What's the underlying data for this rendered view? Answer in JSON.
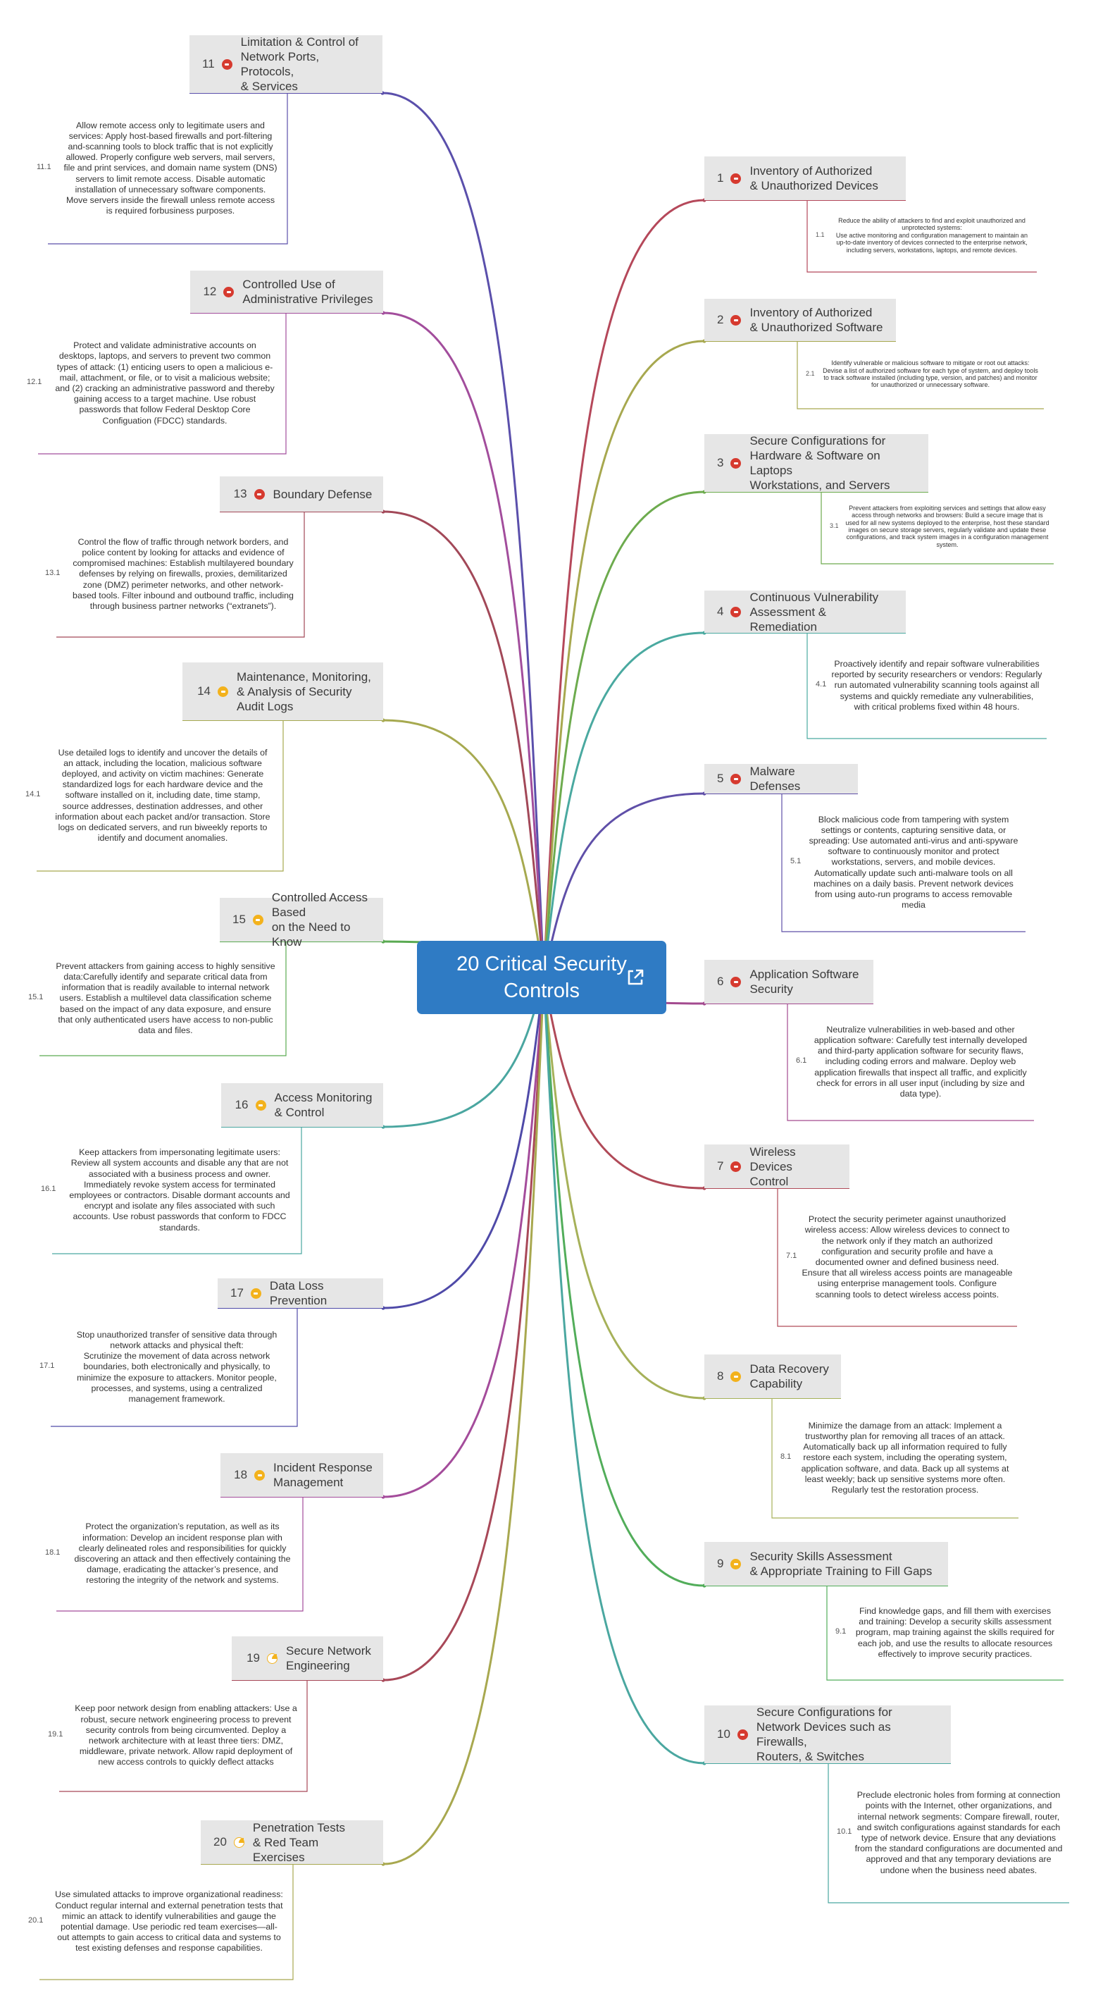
{
  "root": {
    "title": "20 Critical Security Controls",
    "icon": "external-link-icon"
  },
  "colors": {
    "root_bg": "#2f7bc4",
    "topic_bg": "#e6e6e6",
    "priority_high": "#d63a2f",
    "priority_medium": "#f3b21c"
  },
  "controls": [
    {
      "num": "1",
      "title": "Inventory of Authorized\n& Unauthorized Devices",
      "priority": "high",
      "detail_num": "1.1",
      "detail": "Reduce the ability of attackers to find and exploit unauthorized and unprotected systems:\nUse active monitoring and configuration management to maintain an up-to-date inventory of devices connected to the enterprise network, including servers, workstations, laptops, and remote devices."
    },
    {
      "num": "2",
      "title": "Inventory of Authorized\n& Unauthorized Software",
      "priority": "high",
      "detail_num": "2.1",
      "detail": "Identify vulnerable or malicious software to mitigate or root out attacks: Devise a list of authorized software for each type of system, and deploy tools to track software installed (including type, version, and patches) and monitor for unauthorized or unnecessary software."
    },
    {
      "num": "3",
      "title": "Secure Configurations for\nHardware & Software on Laptops\nWorkstations, and Servers",
      "priority": "high",
      "detail_num": "3.1",
      "detail": "Prevent attackers from exploiting services and settings that allow easy access through networks and browsers: Build a secure image that is used for all new systems deployed to the enterprise, host these standard images on secure storage servers, regularly validate and update these configurations, and track system images in a configuration management system."
    },
    {
      "num": "4",
      "title": "Continuous Vulnerability\nAssessment & Remediation",
      "priority": "high",
      "detail_num": "4.1",
      "detail": "Proactively identify and repair software vulnerabilities reported by security researchers or vendors: Regularly run automated vulnerability scanning tools against all systems and quickly remediate any vulnerabilities, with critical problems fixed within 48 hours."
    },
    {
      "num": "5",
      "title": "Malware Defenses",
      "priority": "high",
      "detail_num": "5.1",
      "detail": "Block malicious code from tampering with system settings or contents, capturing sensitive data, or spreading: Use automated anti-virus and anti-spyware software to continuously monitor and protect workstations, servers, and mobile devices. Automatically update such anti-malware tools on all machines on a daily basis. Prevent network devices from using auto-run programs to access removable media"
    },
    {
      "num": "6",
      "title": "Application Software\nSecurity",
      "priority": "high",
      "detail_num": "6.1",
      "detail": "Neutralize vulnerabilities in web-based and other application software: Carefully test internally developed and third-party application software for security flaws, including coding errors and malware. Deploy web application firewalls that inspect all traffic, and explicitly check for errors in all user input (including by size and data type)."
    },
    {
      "num": "7",
      "title": "Wireless Devices\nControl",
      "priority": "high",
      "detail_num": "7.1",
      "detail": "Protect the security perimeter against unauthorized wireless access: Allow wireless devices to connect to the network only if they match an authorized configuration and security profile and have a documented owner and defined business need. Ensure that all wireless access points are manageable using enterprise management tools. Configure scanning tools to detect wireless access points."
    },
    {
      "num": "8",
      "title": "Data Recovery\nCapability",
      "priority": "medium",
      "detail_num": "8.1",
      "detail": "Minimize the damage from an attack: Implement a trustworthy plan for removing all traces of an attack. Automatically back up all information required to fully restore each system, including the operating system, application software, and data. Back up all systems at least weekly; back up sensitive systems more often. Regularly test the restoration process."
    },
    {
      "num": "9",
      "title": "Security Skills Assessment\n& Appropriate Training  to Fill Gaps",
      "priority": "medium",
      "detail_num": "9.1",
      "detail": "Find knowledge gaps, and fill them with exercises and training: Develop a security skills assessment program, map training against the skills required for each job, and use the results to allocate resources effectively to improve security practices."
    },
    {
      "num": "10",
      "title": "Secure Configurations for\nNetwork Devices such as Firewalls,\nRouters, & Switches",
      "priority": "high",
      "detail_num": "10.1",
      "detail": "Preclude electronic holes from forming at connection points with the Internet, other organizations, and internal network segments: Compare firewall, router, and switch configurations against standards for each type of network device. Ensure that any deviations from the standard configurations are documented and approved and that any temporary deviations are undone when the business need abates."
    },
    {
      "num": "11",
      "title": "Limitation & Control of\nNetwork Ports, Protocols,\n& Services",
      "priority": "high",
      "detail_num": "11.1",
      "detail": "Allow remote access only to legitimate users and services: Apply host-based firewalls and port-filtering and-scanning tools to block traffic that is not explicitly allowed. Properly configure web servers, mail servers, file and print services, and domain name system (DNS) servers to limit remote access. Disable automatic installation of unnecessary software components. Move servers inside the firewall unless remote access is required forbusiness purposes."
    },
    {
      "num": "12",
      "title": "Controlled Use of\nAdministrative Privileges",
      "priority": "high",
      "detail_num": "12.1",
      "detail": "Protect and validate administrative accounts on desktops, laptops, and servers to prevent two common types of attack: (1) enticing users to open a malicious e-mail, attachment, or file, or to visit a malicious website; and (2) cracking an administrative password and thereby gaining access to a target machine. Use robust passwords that follow Federal Desktop Core Configuation (FDCC) standards."
    },
    {
      "num": "13",
      "title": "Boundary Defense",
      "priority": "high",
      "detail_num": "13.1",
      "detail": "Control the flow of traffic through network borders, and police content by looking for attacks and evidence of compromised machines: Establish multilayered boundary defenses by relying on firewalls, proxies, demilitarized zone (DMZ) perimeter networks, and other network-based tools. Filter inbound and outbound traffic, including through business partner networks (“extranets”)."
    },
    {
      "num": "14",
      "title": "Maintenance, Monitoring,\n& Analysis of Security\nAudit Logs",
      "priority": "medium",
      "detail_num": "14.1",
      "detail": "Use detailed logs to identify and uncover the details of an attack, including the location, malicious software deployed, and activity on victim machines: Generate standardized logs for each hardware device and the software installed on it, including date, time stamp, source addresses, destination addresses, and other information about each packet and/or transaction. Store logs on dedicated servers, and run biweekly reports to identify and document anomalies."
    },
    {
      "num": "15",
      "title": "Controlled Access Based\non the Need to Know",
      "priority": "medium",
      "detail_num": "15.1",
      "detail": "Prevent attackers from gaining access to highly sensitive data:Carefully identify and separate critical data from information that is readily available to internal network users. Establish a multilevel data classification scheme based on the impact of any data exposure, and ensure that only authenticated users have access to non-public data and files."
    },
    {
      "num": "16",
      "title": "Access Monitoring\n& Control",
      "priority": "medium",
      "detail_num": "16.1",
      "detail": "Keep attackers from impersonating legitimate users: Review all system accounts and disable any that are not associated with a business process and owner. Immediately revoke system access for terminated employees or contractors. Disable dormant accounts and encrypt and isolate any files associated with such accounts. Use robust passwords that conform to FDCC standards."
    },
    {
      "num": "17",
      "title": "Data Loss Prevention",
      "priority": "medium",
      "detail_num": "17.1",
      "detail": "Stop unauthorized transfer of sensitive data through network attacks and physical theft:\nScrutinize the movement of data across network boundaries, both electronically and physically, to minimize the exposure to attackers. Monitor people, processes, and systems, using a centralized management framework."
    },
    {
      "num": "18",
      "title": "Incident Response\nManagement",
      "priority": "medium",
      "detail_num": "18.1",
      "detail": "Protect the organization’s reputation, as well as its information: Develop an incident response plan with clearly delineated roles and responsibilities for quickly discovering an attack and then effectively containing the damage, eradicating the attacker’s presence, and restoring the integrity of the network and systems."
    },
    {
      "num": "19",
      "title": "Secure Network\nEngineering",
      "priority": "partial",
      "detail_num": "19.1",
      "detail": "Keep poor network design from enabling attackers: Use a robust, secure network engineering process to prevent security controls from being circumvented. Deploy a network architecture with at least three tiers: DMZ, middleware, private network. Allow rapid deployment of new access controls to quickly deflect attacks"
    },
    {
      "num": "20",
      "title": "Penetration Tests\n& Red Team Exercises",
      "priority": "partial",
      "detail_num": "20.1",
      "detail": "Use simulated attacks to improve organizational readiness: Conduct regular internal and external penetration tests that mimic an attack to identify vulnerabilities and gauge the potential damage. Use periodic red team exercises—all-out attempts to gain access to critical data and systems to test existing defenses and response capabilities."
    }
  ]
}
